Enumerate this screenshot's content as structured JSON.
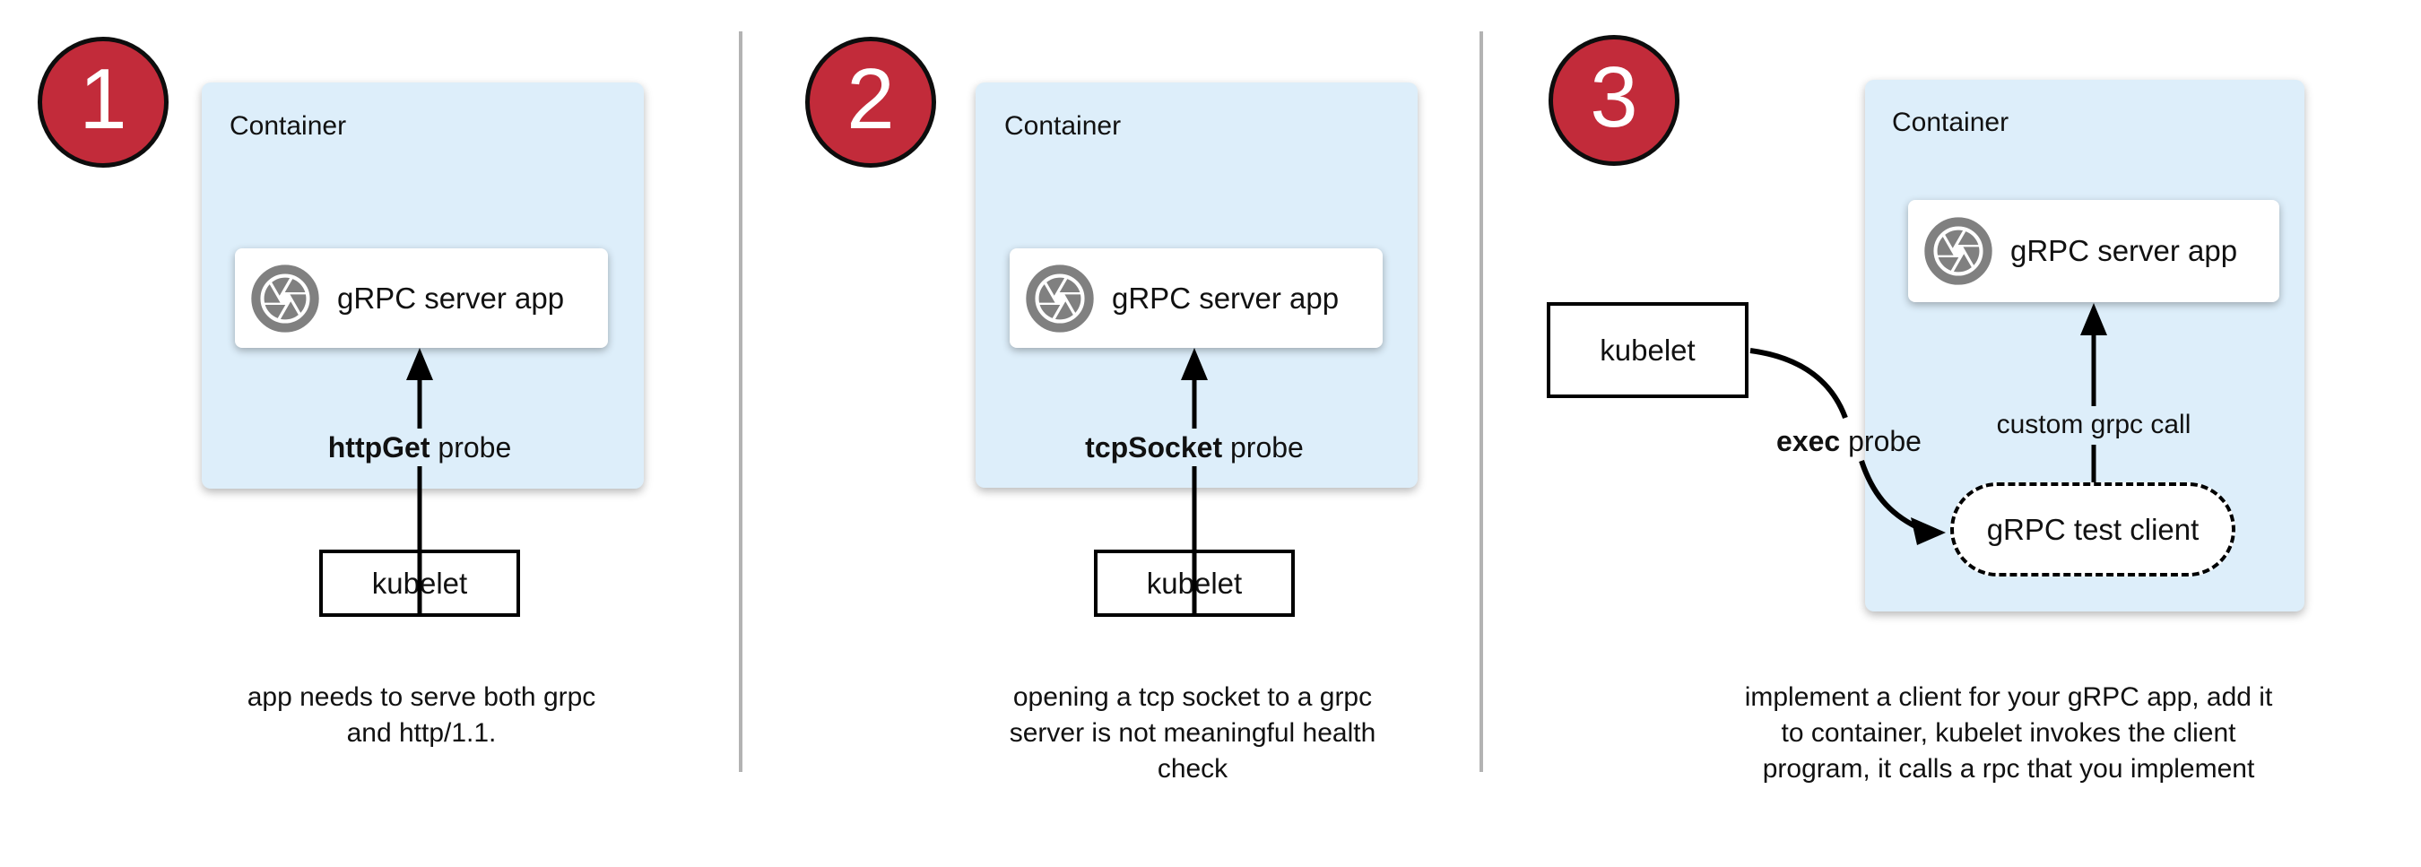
{
  "colors": {
    "container_fill": "#ddeefa",
    "badge_fill": "#c22b3a",
    "divider": "#b3b3b3",
    "icon_gray": "#808080"
  },
  "icons": {
    "app": "aperture-icon"
  },
  "panels": [
    {
      "number": "1",
      "container_label": "Container",
      "app_label": "gRPC server app",
      "probe_bold": "httpGet",
      "probe_rest": " probe",
      "kubelet_label": "kubelet",
      "caption_lines": [
        "app needs to serve both grpc",
        "and http/1.1."
      ]
    },
    {
      "number": "2",
      "container_label": "Container",
      "app_label": "gRPC server app",
      "probe_bold": "tcpSocket",
      "probe_rest": " probe",
      "kubelet_label": "kubelet",
      "caption_lines": [
        "opening a tcp socket to a grpc",
        "server is not meaningful health",
        "check"
      ]
    },
    {
      "number": "3",
      "container_label": "Container",
      "app_label": "gRPC server app",
      "probe_bold": "exec",
      "probe_rest": " probe",
      "kubelet_label": "kubelet",
      "custom_call_label": "custom grpc call",
      "test_client_label": "gRPC test client",
      "caption_lines": [
        "implement a client for your gRPC app, add it",
        "to container, kubelet invokes the client",
        "program, it calls a rpc that you implement"
      ]
    }
  ]
}
